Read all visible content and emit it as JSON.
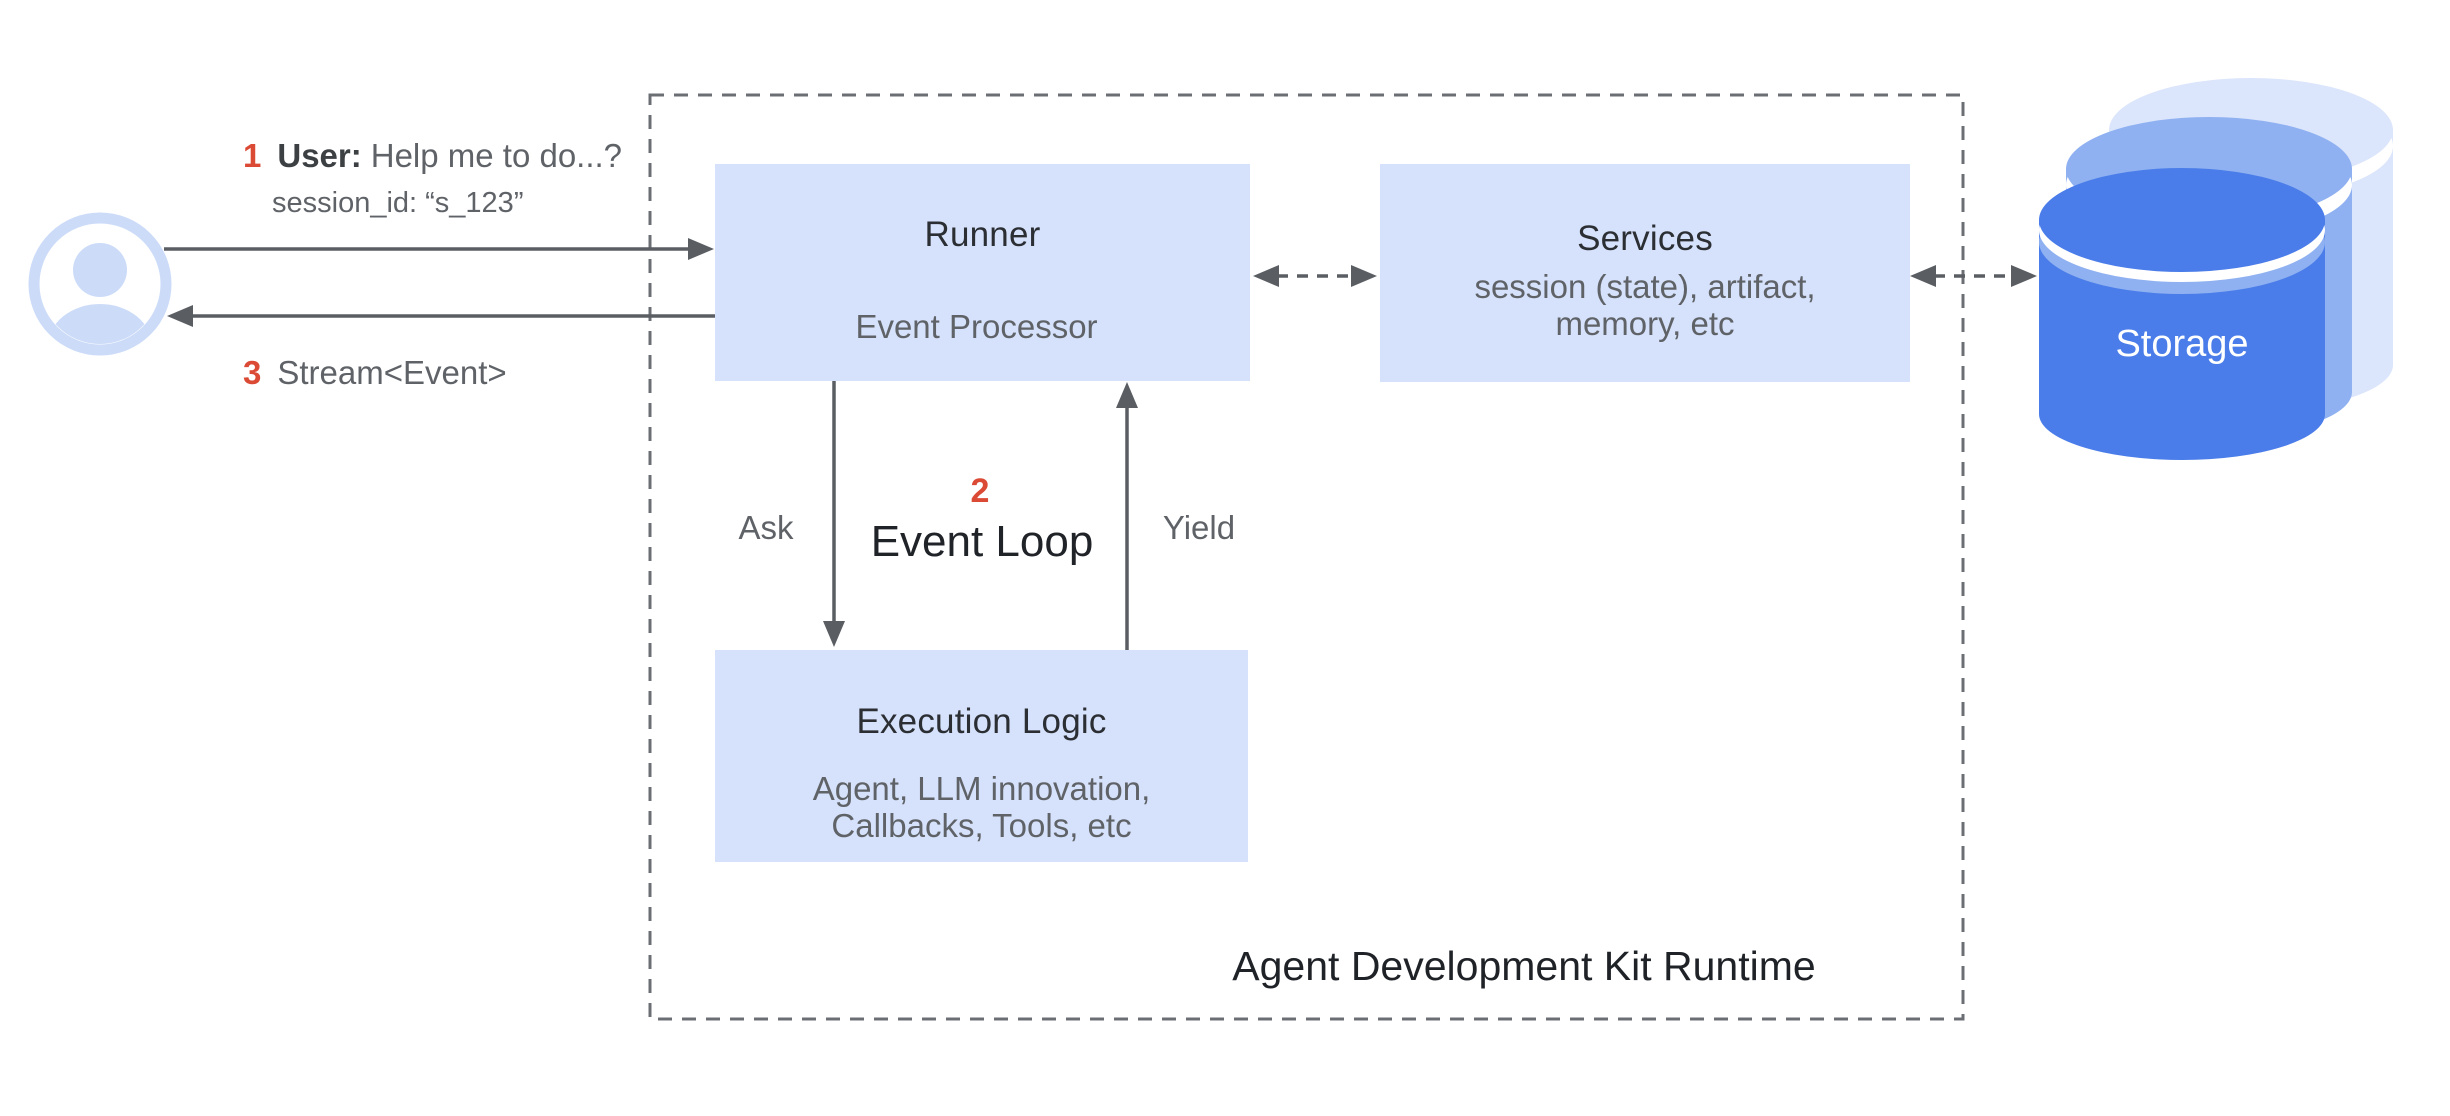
{
  "diagram_title": "Agent Development Kit Runtime",
  "colors": {
    "background": "#ffffff",
    "node_fill": "#d6e2fb",
    "title_text": "#2b2e33",
    "body_text": "#5f6368",
    "accent_red": "#db4a35",
    "connector_gray": "#5a5e63",
    "dashed_border_gray": "#6b6f74",
    "storage_front_blue": "#4a7de9",
    "storage_middle_blue": "#8fb1f1",
    "storage_back_blue": "#dbe5fb",
    "storage_label_text": "#ffffff",
    "user_icon_blue": "#ccdbf8"
  },
  "user_flow": {
    "step1_number": "1",
    "step1_user_label": "User:",
    "step1_message": "Help me to do...?",
    "session_line": "session_id: “s_123”",
    "step3_number": "3",
    "step3_label": "Stream<Event>"
  },
  "event_loop": {
    "step2_number": "2",
    "title": "Event Loop",
    "ask_label": "Ask",
    "yield_label": "Yield"
  },
  "nodes": {
    "runner": {
      "title": "Runner",
      "event_processor_label": "Event Processor"
    },
    "services": {
      "title": "Services",
      "subtitle_line1": "session (state), artifact,",
      "subtitle_line2": "memory, etc"
    },
    "execution_logic": {
      "title": "Execution Logic",
      "subtitle_line1": "Agent, LLM innovation,",
      "subtitle_line2": "Callbacks, Tools, etc"
    },
    "storage": {
      "label": "Storage"
    }
  },
  "runtime_container": {
    "label": "Agent Development Kit Runtime"
  }
}
